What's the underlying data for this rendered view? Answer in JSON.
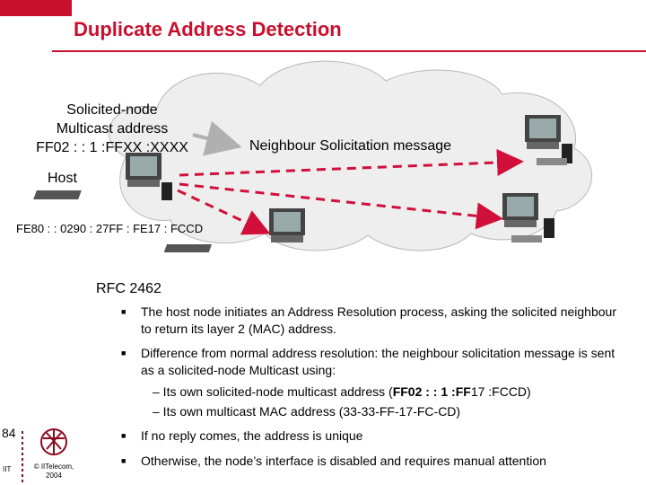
{
  "header": {
    "title": "Duplicate Address Detection"
  },
  "diagram": {
    "solicited_node": [
      "Solicited-node",
      "Multicast address",
      "FF02 : : 1 :FFXX :XXXX"
    ],
    "host_label": "Host",
    "ns_message": "Neighbour Solicitation message",
    "host_address": "FE80 : : 0290 : 27FF : FE17 : FCCD"
  },
  "body": {
    "rfc": "RFC 2462",
    "bullets": [
      "The host node initiates an Address Resolution process, asking the solicited neighbour to return its layer 2 (MAC) address.",
      "Difference from normal address resolution: the neighbour solicitation message is sent as a solicited-node Multicast using:",
      "If no reply comes, the address is unique",
      "Otherwise, the node’s interface is disabled and requires manual attention"
    ],
    "sub_prefix": "– Its own solicited-node multicast address (",
    "sub_bold": "FF02 : : 1 :FF",
    "sub_suffix": "17 :FCCD)",
    "sub2": "– Its own multicast MAC address (33-33-FF-17-FC-CD)"
  },
  "footer": {
    "page": "84",
    "org": "IIT",
    "copyright": "© IITelecom, 2004"
  },
  "colors": {
    "accent": "#c8102e",
    "arrow": "#d0103a"
  }
}
